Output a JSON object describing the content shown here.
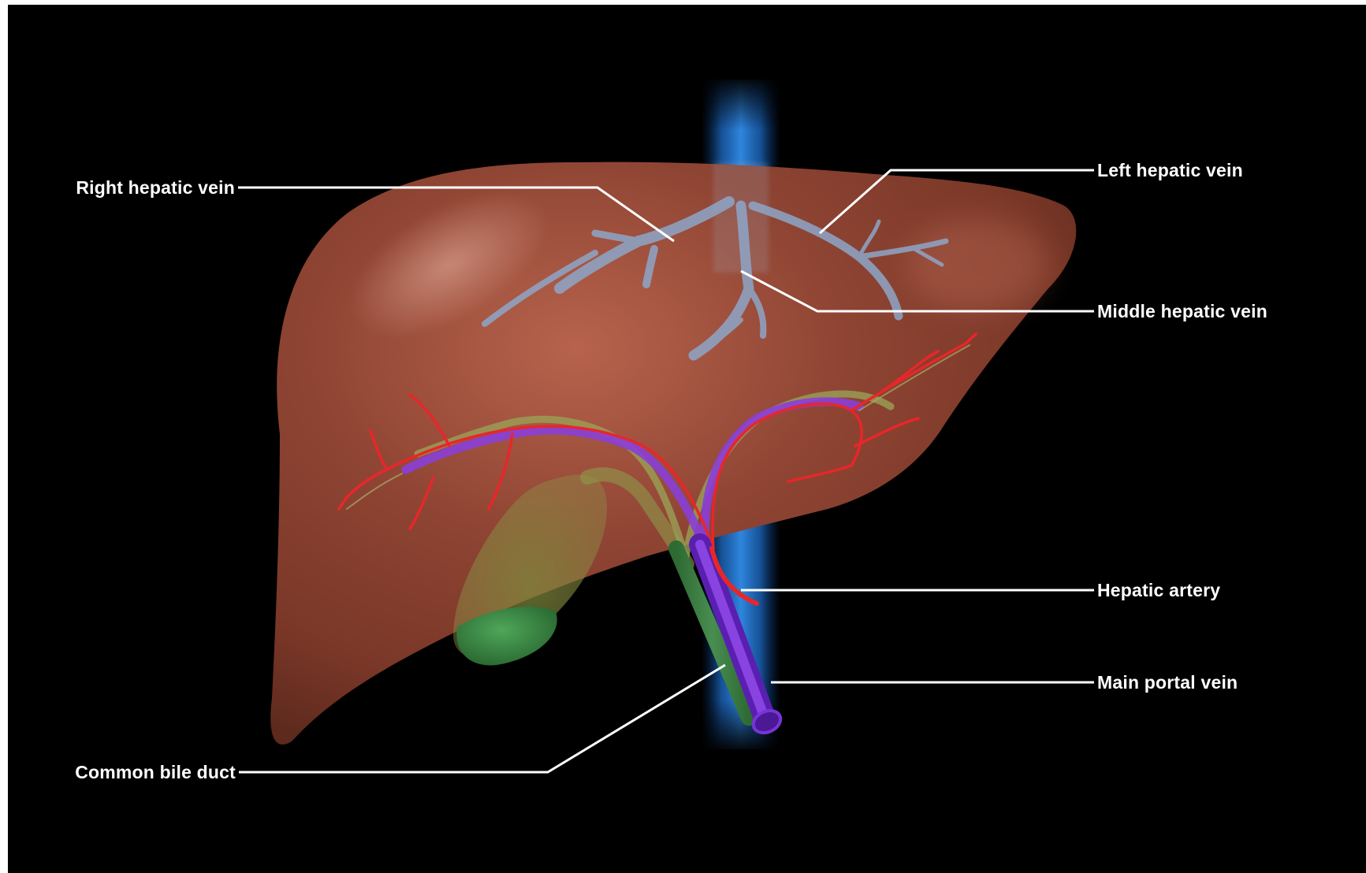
{
  "labels": {
    "right_hepatic_vein": "Right hepatic vein",
    "left_hepatic_vein": "Left hepatic vein",
    "middle_hepatic_vein": "Middle hepatic vein",
    "hepatic_artery": "Hepatic artery",
    "main_portal_vein": "Main portal vein",
    "common_bile_duct": "Common bile duct"
  },
  "colors": {
    "background": "#000000",
    "liver": "#9a4a38",
    "hepatic_veins": "#8ea6c8",
    "portal_vein": "#7a2fd0",
    "hepatic_artery": "#e8262a",
    "bile_duct": "#3f8a45",
    "gallbladder": "#3c8a44",
    "inferior_vena_cava": "#1e6fc2",
    "leader_lines": "#ffffff"
  }
}
